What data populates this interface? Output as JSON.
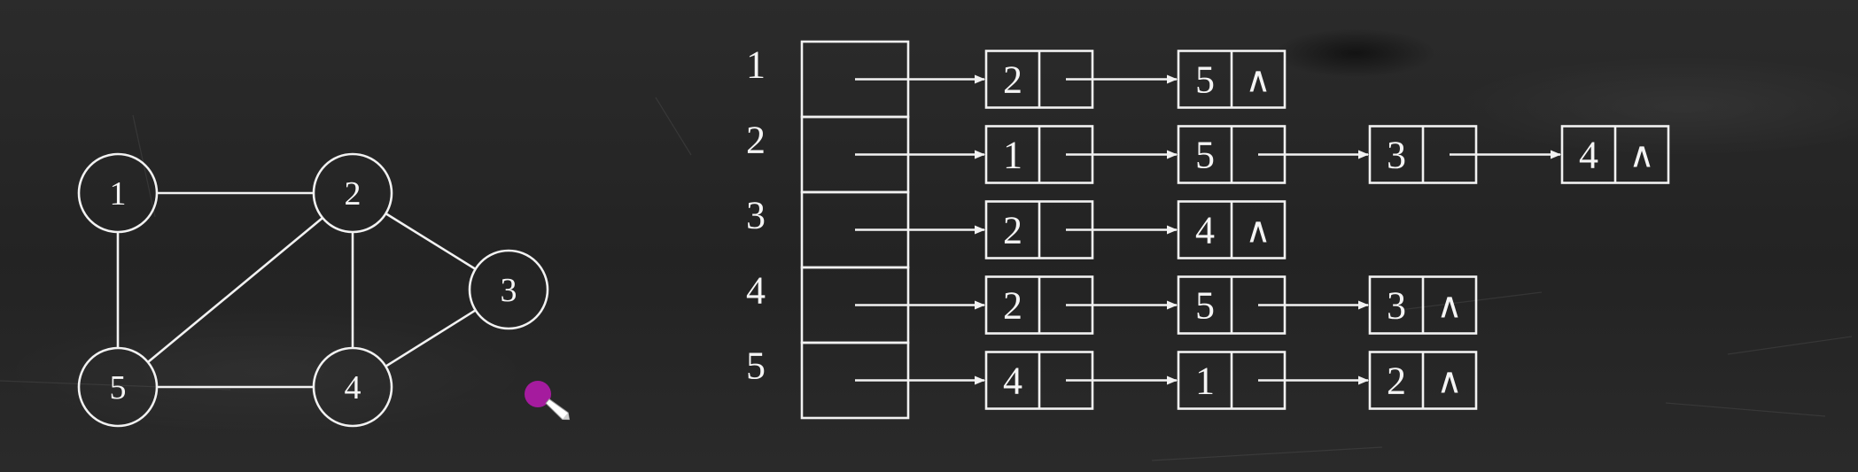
{
  "graph": {
    "nodes": [
      {
        "id": "n1",
        "label": "1"
      },
      {
        "id": "n2",
        "label": "2"
      },
      {
        "id": "n3",
        "label": "3"
      },
      {
        "id": "n4",
        "label": "4"
      },
      {
        "id": "n5",
        "label": "5"
      }
    ],
    "edges": [
      [
        "1",
        "2"
      ],
      [
        "1",
        "5"
      ],
      [
        "2",
        "5"
      ],
      [
        "2",
        "4"
      ],
      [
        "2",
        "3"
      ],
      [
        "3",
        "4"
      ],
      [
        "4",
        "5"
      ]
    ]
  },
  "adjacency_list": {
    "rows": [
      {
        "label": "1",
        "neighbors": [
          "2",
          "5"
        ]
      },
      {
        "label": "2",
        "neighbors": [
          "1",
          "5",
          "3",
          "4"
        ]
      },
      {
        "label": "3",
        "neighbors": [
          "2",
          "4"
        ]
      },
      {
        "label": "4",
        "neighbors": [
          "2",
          "5",
          "3"
        ]
      },
      {
        "label": "5",
        "neighbors": [
          "4",
          "1",
          "2"
        ]
      }
    ],
    "null_symbol": "∧"
  },
  "colors": {
    "board": "#262626",
    "chalk": "#f2f2f2",
    "pointer": "#b01aa8"
  }
}
